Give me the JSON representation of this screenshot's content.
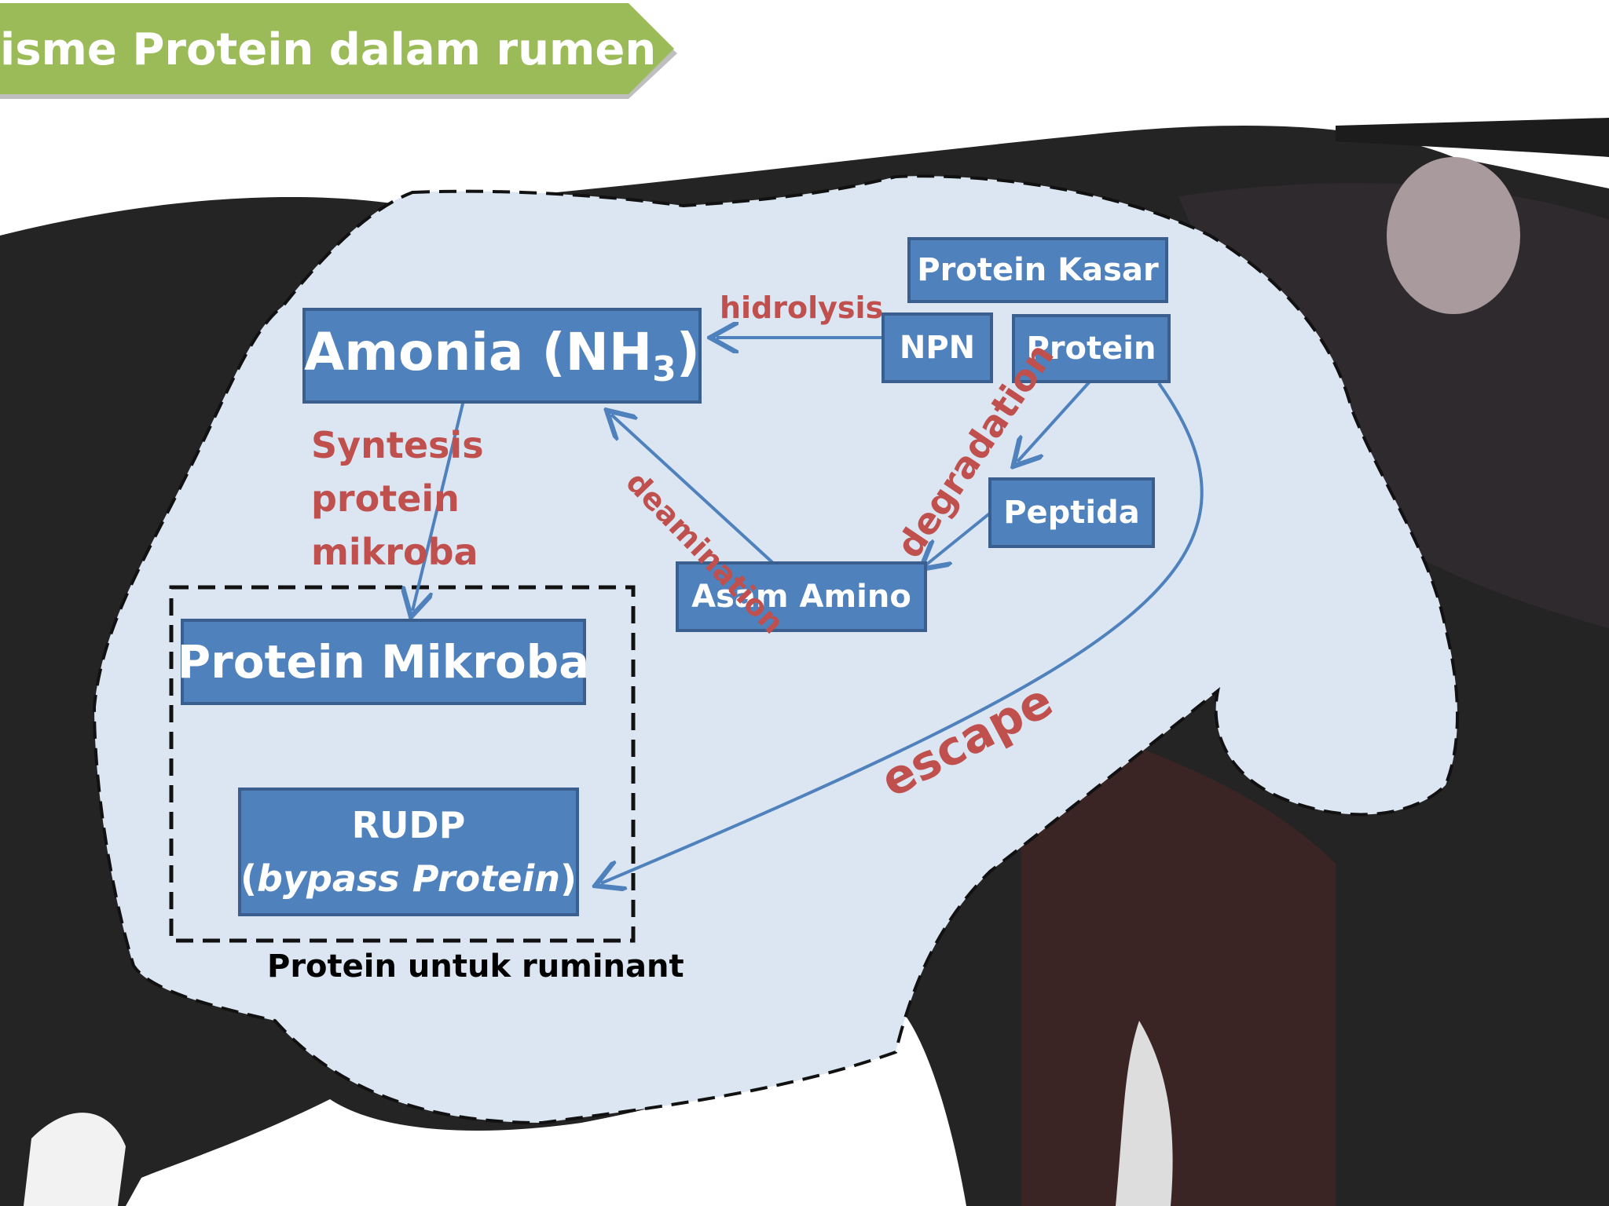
{
  "title": "isme Protein dalam rumen",
  "colors": {
    "banner": "#9bbb59",
    "box_fill": "#4f81bd",
    "box_border": "#3a5f8f",
    "arrow": "#4f81bd",
    "label_red": "#c0504d",
    "rumen_fill": "#dce6f2",
    "cow_body": "#242424"
  },
  "nodes": {
    "protein_kasar": "Protein Kasar",
    "npn": "NPN",
    "protein": "Protein",
    "amonia": "Amonia (NH",
    "amonia_sub": "3",
    "amonia_close": ")",
    "peptida": "Peptida",
    "asam_amino": "Asam Amino",
    "protein_mikroba": "Protein Mikroba",
    "rudp_line1": "RUDP",
    "rudp_open": "(",
    "rudp_italic": "bypass Protein",
    "rudp_close": ")"
  },
  "labels": {
    "hidrolysis": "hidrolysis",
    "synthesis_1": "Syntesis",
    "synthesis_2": "protein",
    "synthesis_3": "mikroba",
    "deamination": "deamination",
    "degradation": "degradation",
    "escape": "escape",
    "protein_untuk": "Protein untuk ruminant"
  }
}
